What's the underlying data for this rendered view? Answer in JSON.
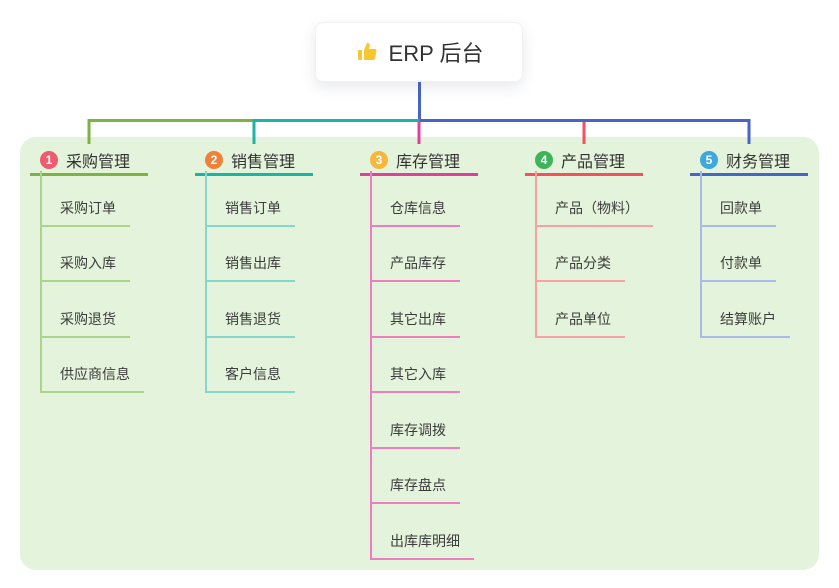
{
  "root": {
    "label": "ERP 后台",
    "icon": "thumbs-up-icon"
  },
  "colors": {
    "trunk": "#4565c8",
    "panel_bg": "#e4f3db",
    "root_text": "#333333",
    "thumb_yellow": "#f7c631"
  },
  "branches": [
    {
      "key": "purchase",
      "badge": "1",
      "badge_color": "#ee5a6e",
      "label": "采购管理",
      "line_color": "#7cb342",
      "child_line_color": "#abd68a",
      "children": [
        "采购订单",
        "采购入库",
        "采购退货",
        "供应商信息"
      ]
    },
    {
      "key": "sales",
      "badge": "2",
      "badge_color": "#f0813a",
      "label": "销售管理",
      "line_color": "#1ab5a5",
      "child_line_color": "#85d6cd",
      "children": [
        "销售订单",
        "销售出库",
        "销售退货",
        "客户信息"
      ]
    },
    {
      "key": "inventory",
      "badge": "3",
      "badge_color": "#f6b73c",
      "label": "库存管理",
      "line_color": "#e0409c",
      "child_line_color": "#ee7ec0",
      "children": [
        "仓库信息",
        "产品库存",
        "其它出库",
        "其它入库",
        "库存调拨",
        "库存盘点",
        "出库库明细"
      ]
    },
    {
      "key": "product",
      "badge": "4",
      "badge_color": "#3db45a",
      "label": "产品管理",
      "line_color": "#f5515c",
      "child_line_color": "#f9a0a4",
      "children": [
        "产品（物料）",
        "产品分类",
        "产品单位"
      ]
    },
    {
      "key": "finance",
      "badge": "5",
      "badge_color": "#3ea7de",
      "label": "财务管理",
      "line_color": "#4565c8",
      "child_line_color": "#a8bae8",
      "children": [
        "回款单",
        "付款单",
        "结算账户"
      ]
    }
  ]
}
